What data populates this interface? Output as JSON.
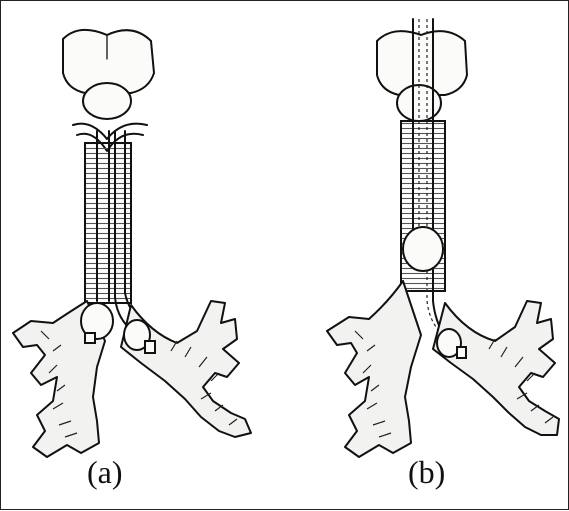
{
  "figure": {
    "panels": [
      {
        "id": "a",
        "caption": "(a)"
      },
      {
        "id": "b",
        "caption": "(b)"
      }
    ]
  }
}
